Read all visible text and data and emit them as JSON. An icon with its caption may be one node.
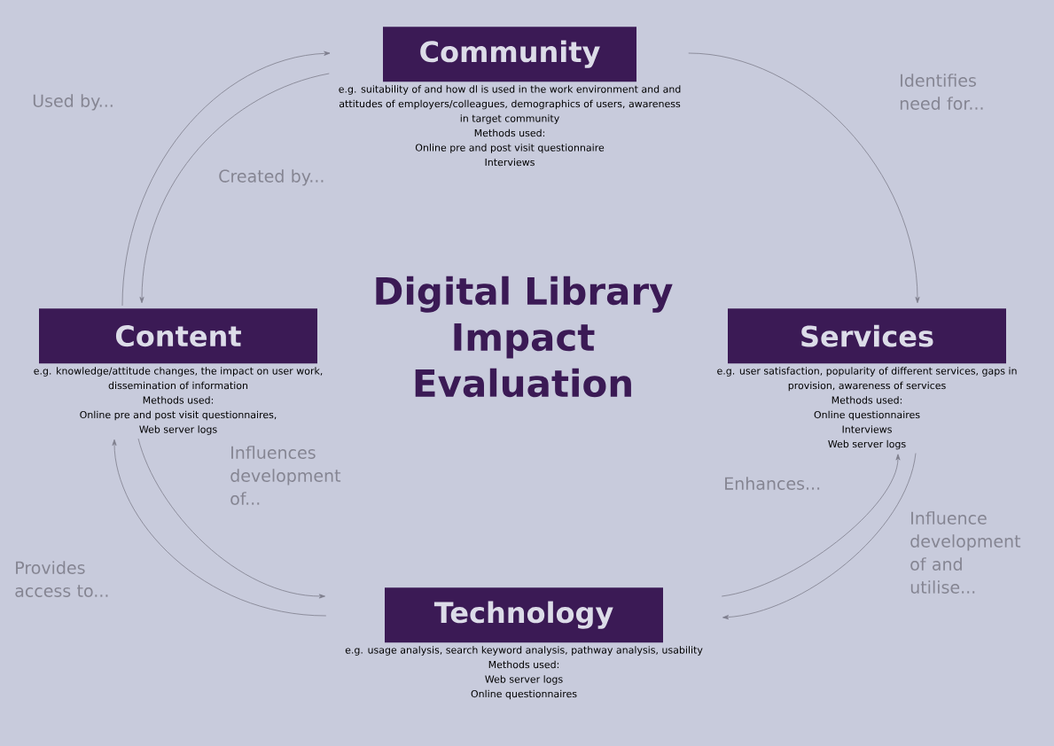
{
  "diagram": {
    "title": "Digital Library Impact Evaluation",
    "nodes": [
      {
        "text": [
          "Community",
          "e.g. suitability of and how dl is used in the work environment and and attitudes of employers/colleagues, demographics of users, awareness in target community",
          "Methods used:",
          "Online pre and post visit questionnaire",
          "Interviews"
        ]
      },
      {
        "text": [
          "Content",
          "e.g. knowledge/attitude changes, the impact on user work, dissemination of information",
          "Methods used:",
          "Online pre and post visit questionnaires,",
          "Web server logs"
        ]
      },
      {
        "text": [
          "Services",
          "e.g. user satisfaction, popularity of different services, gaps in provision, awareness of services",
          "Methods used:",
          "Online questionnaires",
          "Interviews",
          "Web server logs"
        ]
      },
      {
        "text": [
          "Technology",
          "e.g. usage analysis, search keyword analysis, pathway analysis, usability",
          "Methods used:",
          "Web server logs",
          "Online questionnaires"
        ]
      }
    ],
    "edges": [
      {
        "from": 1,
        "to": 0,
        "arrow": "to",
        "label": "Used by..."
      },
      {
        "from": 0,
        "to": 1,
        "arrow": "to",
        "label": "Created by..."
      },
      {
        "from": 0,
        "to": 2,
        "arrow": "to",
        "label": "Identifies need for..."
      },
      {
        "from": 2,
        "to": 3,
        "arrow": "to",
        "label": "Influence development of and utilise..."
      },
      {
        "from": 3,
        "to": 2,
        "arrow": "to",
        "label": "Enhances..."
      },
      {
        "from": 1,
        "to": 3,
        "arrow": "to",
        "label": "Influences development of..."
      },
      {
        "from": 3,
        "to": 1,
        "arrow": "to",
        "label": "Provides access to..."
      }
    ]
  }
}
